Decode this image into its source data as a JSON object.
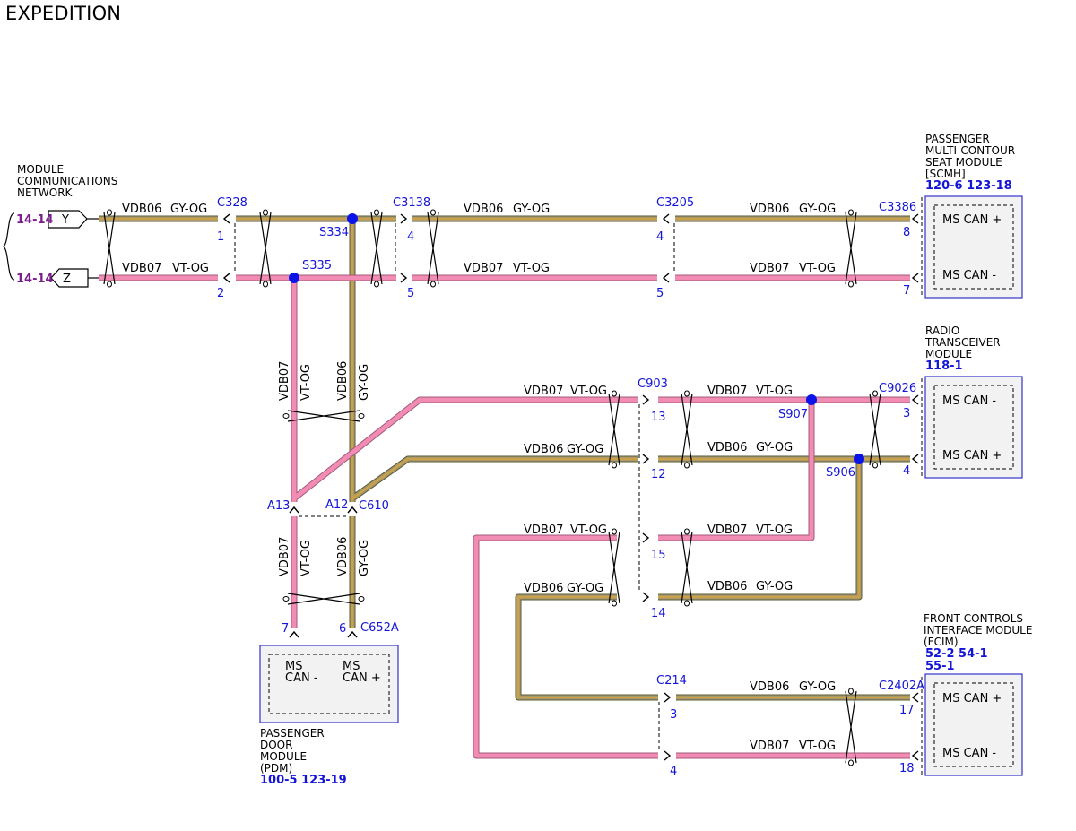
{
  "page": {
    "title": "EXPEDITION"
  },
  "colors": {
    "vt_og": "#f28cb4",
    "gy_og": "#8a8a60",
    "gy_og_core": "#d4a040",
    "splice": "#0a14e8",
    "ref_blue": "#1414d8",
    "ref_purple": "#7a1e8c"
  },
  "mcn": {
    "lines": [
      "MODULE",
      "COMMUNICATIONS",
      "NETWORK"
    ],
    "ref_y": "14-14",
    "ref_z": "14-14",
    "arrow_y": "Y",
    "arrow_z": "Z"
  },
  "circuits": {
    "vdb06": "VDB06",
    "vdb07": "VDB07",
    "gy_og": "GY-OG",
    "vt_og": "VT-OG"
  },
  "connectors": {
    "c328": "C328",
    "c3138": "C3138",
    "c3205": "C3205",
    "c3386": "C3386",
    "c903": "C903",
    "c9026": "C9026",
    "c610": "C610",
    "c652a": "C652A",
    "c214": "C214",
    "c2402a": "C2402A",
    "a13": "A13",
    "a12": "A12"
  },
  "splices": {
    "s334": "S334",
    "s335": "S335",
    "s907": "S907",
    "s906": "S906"
  },
  "pins": {
    "p1": "1",
    "p2": "2",
    "p4a": "4",
    "p5a": "5",
    "p4b": "4",
    "p5b": "5",
    "p8": "8",
    "p7a": "7",
    "p13": "13",
    "p12": "12",
    "p15": "15",
    "p14": "14",
    "p3a": "3",
    "p4c": "4",
    "p7b": "7",
    "p6": "6",
    "p3b": "3",
    "p4d": "4",
    "p17": "17",
    "p18": "18"
  },
  "modules": {
    "scmh": {
      "lines": [
        "PASSENGER",
        "MULTI-CONTOUR",
        "SEAT MODULE",
        "[SCMH]"
      ],
      "refs": "120-6  123-18",
      "pin_top": "MS CAN +",
      "pin_bot": "MS CAN -"
    },
    "rtm": {
      "lines": [
        "RADIO",
        "TRANSCEIVER",
        "MODULE"
      ],
      "refs": "118-1",
      "pin_top": "MS CAN -",
      "pin_bot": "MS CAN +"
    },
    "fcim": {
      "lines": [
        "FRONT CONTROLS",
        "INTERFACE MODULE",
        "(FCIM)"
      ],
      "refs1": "52-2  54-1",
      "refs2": "55-1",
      "pin_top": "MS CAN +",
      "pin_bot": "MS CAN -"
    },
    "pdm": {
      "lines": [
        "PASSENGER",
        "DOOR",
        "MODULE",
        "(PDM)"
      ],
      "refs": "100-5  123-19",
      "pin_l1": "MS",
      "pin_l2": "CAN -",
      "pin_r1": "MS",
      "pin_r2": "CAN +"
    }
  }
}
